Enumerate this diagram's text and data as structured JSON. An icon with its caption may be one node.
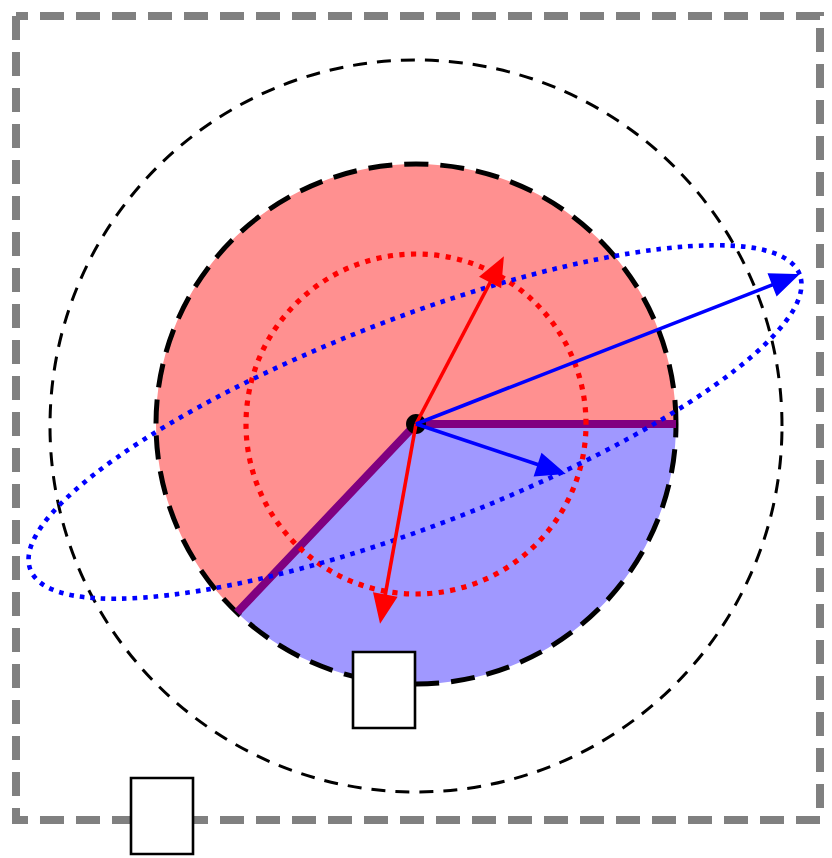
{
  "diagram": {
    "nodes": [
      {
        "text": [],
        "shape": "circle"
      },
      {
        "text": [],
        "shape": "box"
      },
      {
        "text": [],
        "shape": "box"
      }
    ]
  }
}
